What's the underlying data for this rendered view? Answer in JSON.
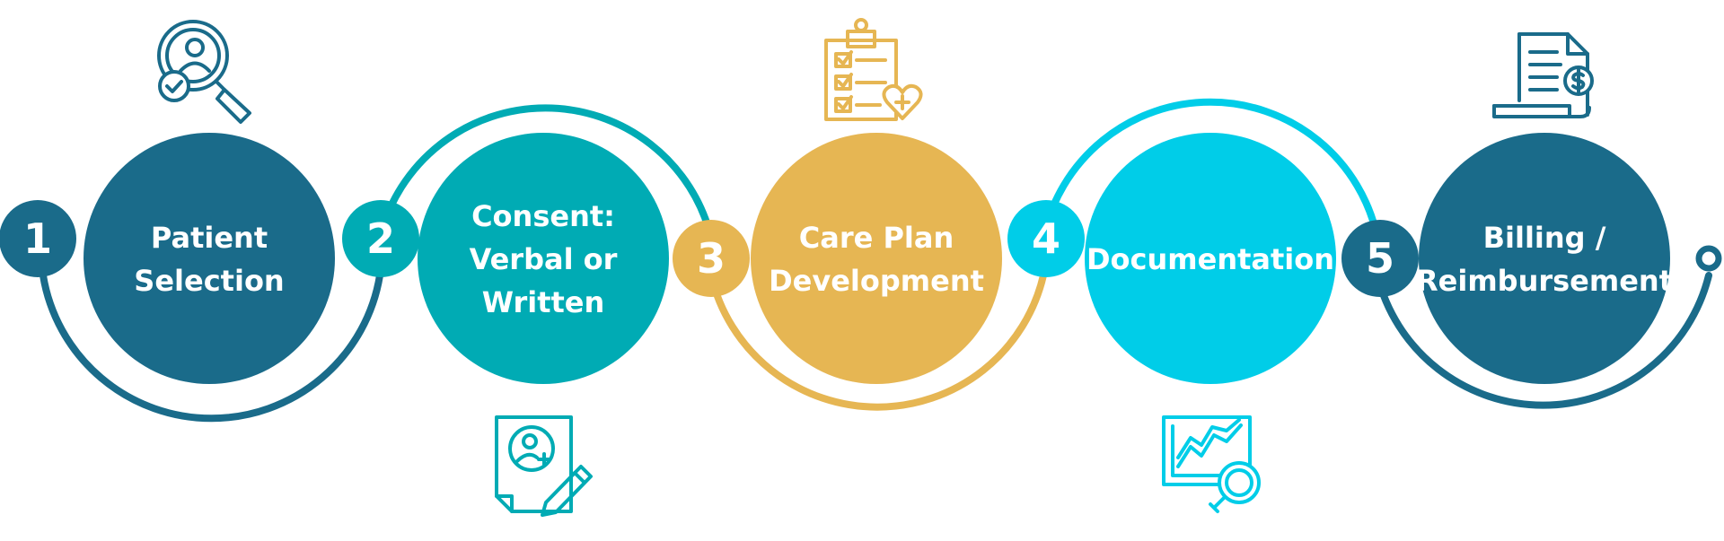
{
  "colors": {
    "dark_teal": "#1a6b8a",
    "teal": "#00abb4",
    "gold": "#e6b653",
    "cyan": "#00cde8"
  },
  "steps": [
    {
      "number": "1",
      "label_lines": [
        "Patient",
        "Selection"
      ],
      "color": "#1a6b8a",
      "icon": "patient-search-icon"
    },
    {
      "number": "2",
      "label_lines": [
        "Consent:",
        "Verbal or",
        "Written"
      ],
      "color": "#00abb4",
      "icon": "signed-consent-form-icon"
    },
    {
      "number": "3",
      "label_lines": [
        "Care Plan",
        "Development"
      ],
      "color": "#e6b653",
      "icon": "checklist-clipboard-heart-icon"
    },
    {
      "number": "4",
      "label_lines": [
        "Documentation"
      ],
      "color": "#00cde8",
      "icon": "chart-analysis-icon"
    },
    {
      "number": "5",
      "label_lines": [
        "Billing /",
        "Reimbursement"
      ],
      "color": "#1a6b8a",
      "icon": "invoice-dollar-icon"
    }
  ]
}
